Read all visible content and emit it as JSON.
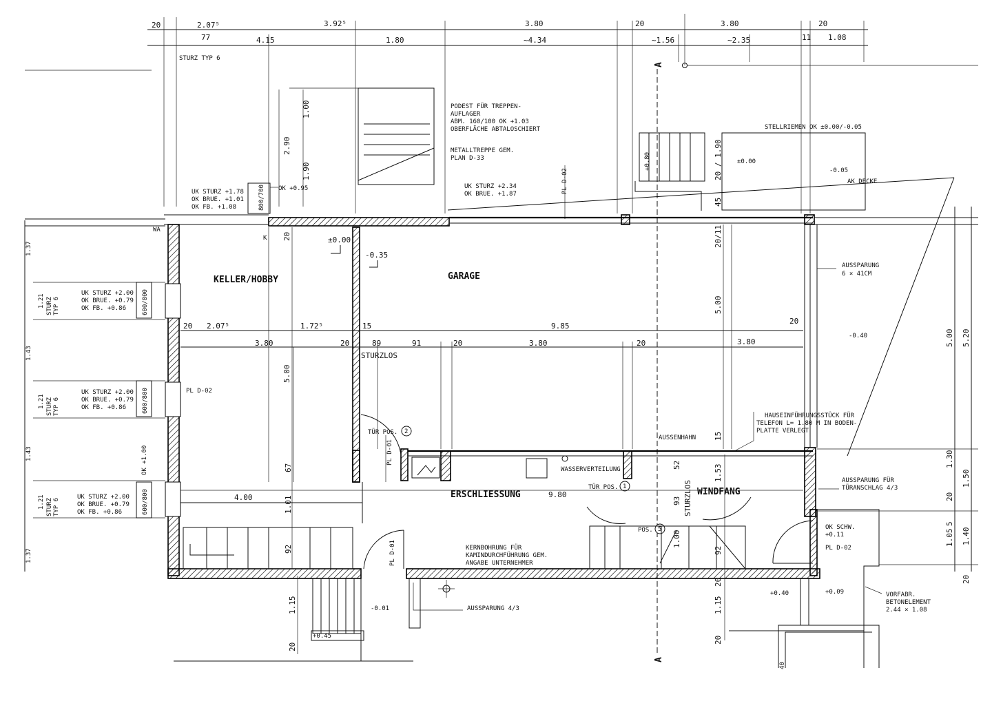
{
  "rooms": {
    "keller": "KELLER/HOBBY",
    "garage": "GARAGE",
    "erschliessung": "ERSCHLIESSUNG",
    "windfang": "WINDFANG"
  },
  "top_dims_row1": [
    "20",
    "2.07⁵",
    "3.92⁵",
    "3.80",
    "20",
    "3.80",
    "20"
  ],
  "top_dims_row2": [
    "77",
    "4.15",
    "1.80",
    "~4.34",
    "~1.56",
    "~2.35",
    "11",
    "1.08"
  ],
  "inner_dims_row1": [
    "20",
    "2.07⁵",
    "1.72⁵",
    "15",
    "9.85",
    "20"
  ],
  "inner_dims_row2": [
    "3.80",
    "20",
    "89",
    "91",
    "20",
    "3.80",
    "20",
    "3.80"
  ],
  "section_marker": "A",
  "notes": {
    "sturz_typ": "STURZ TYP 6",
    "podest": [
      "PODEST FÜR TREPPEN-",
      "AUFLAGER",
      "ABM. 160/100  OK +1.03",
      "OBERFLÄCHE ABTALOSCHIERT"
    ],
    "metalltreppe": [
      "METALLTREPPE GEM.",
      "PLAN D-33"
    ],
    "stellriemen": "STELLRIEMEN  OK ±0.00/-0.05",
    "ak_decke": "AK DECKE",
    "uk_sturz_top": [
      "UK STURZ  +1.78",
      "OK BRUE.  +1.01",
      "OK FB.  +1.08"
    ],
    "ok_095": "OK +0.95",
    "win_800_700": "800/700",
    "uk_sturz_garage": [
      "UK STURZ  +2.34",
      "OK BRUE.  +1.87"
    ],
    "pl_d02": "PL D-02",
    "pl_d01": "PL D-01",
    "level_000": "±0.00",
    "level_m035": "-0.35",
    "level_m005": "-0.05",
    "level_m040": "-0.40",
    "level_p011": "OK SCHW.",
    "level_p011_val": "+0.11",
    "level_p040": "+0.40",
    "level_p009": "+0.09",
    "level_m001": "-0.01",
    "level_p045": "+0.45",
    "level_000_right": "±0.00",
    "aussparung_top": [
      "AUSSPARUNG",
      "6 × 41CM"
    ],
    "aussparung_tuer": [
      "AUSSPARUNG FÜR",
      "TÜRANSCHLAG 4/3"
    ],
    "aussparung_bottom": "AUSSPARUNG 4/3",
    "hauseinfuehrung": [
      "HAUSEINFÜHRUNGSSTÜCK FÜR",
      "TELEFON L= 1.80 M IN BODEN-",
      "PLATTE VERLEGT"
    ],
    "aussenhahn": "AUSSENHAHN",
    "wasserverteilung": "WASSERVERTEILUNG",
    "tuer_pos2": "TÜR POS.",
    "tuer_pos1": "TÜR POS.",
    "pos5": "POS.",
    "num2": "2",
    "num1": "1",
    "num5": "5",
    "sturzlos": "STURZLOS",
    "kernbohrung": [
      "KERNBOHRUNG FÜR",
      "KAMINDURCHFÜHRUNG GEM.",
      "ANGABE UNTERNEHMER"
    ],
    "vorfabr": [
      "VORFABR.",
      "BETONELEMENT",
      "2.44 × 1.08"
    ],
    "win_left": [
      "UK STURZ  +2.00",
      "OK BRUE.  +0.79",
      "OK FB.  +0.86"
    ],
    "typ6_label": [
      "1.21",
      "STURZ",
      "TYP 6"
    ],
    "win_600_800": "600/800",
    "ok_100": "OK +1.00",
    "wa": "WA"
  },
  "vert_dims": {
    "v_100": "1.00",
    "v_290": "2.90",
    "v_190": "1.90",
    "v_20a": "20",
    "v_500": "5.00",
    "v_67": "67",
    "v_101": "1.01",
    "v_92a": "92",
    "v_115": "1.15",
    "v_20b": "20",
    "v_20_11": "20/11",
    "v_500r": "5.00",
    "v_45": "45",
    "v_20_190": "20 / 1.90",
    "v_15": "15",
    "v_52": "52",
    "v_153": "1.53",
    "v_93": "93",
    "v_100r": "1.00",
    "v_92b": "92",
    "v_20c": "20",
    "v_115b": "1.15",
    "v_20d": "20",
    "v_080": "+0.80",
    "far_500": "5.00",
    "far_520": "5.20",
    "far_130": "1.30",
    "far_150": "1.50",
    "far_20": "20",
    "far_105": "1.05",
    "far_5": "5",
    "far_140": "1.40",
    "far_20b": "20",
    "left_137a": "1.37",
    "left_121a": "1.21",
    "left_143": "1.43",
    "left_121b": "1.21",
    "left_143b": "1.43",
    "left_121c": "1.21",
    "left_137b": "1.37",
    "bottom_40": "40"
  },
  "h_dims": {
    "d_400": "4.00",
    "d_980": "9.80"
  }
}
